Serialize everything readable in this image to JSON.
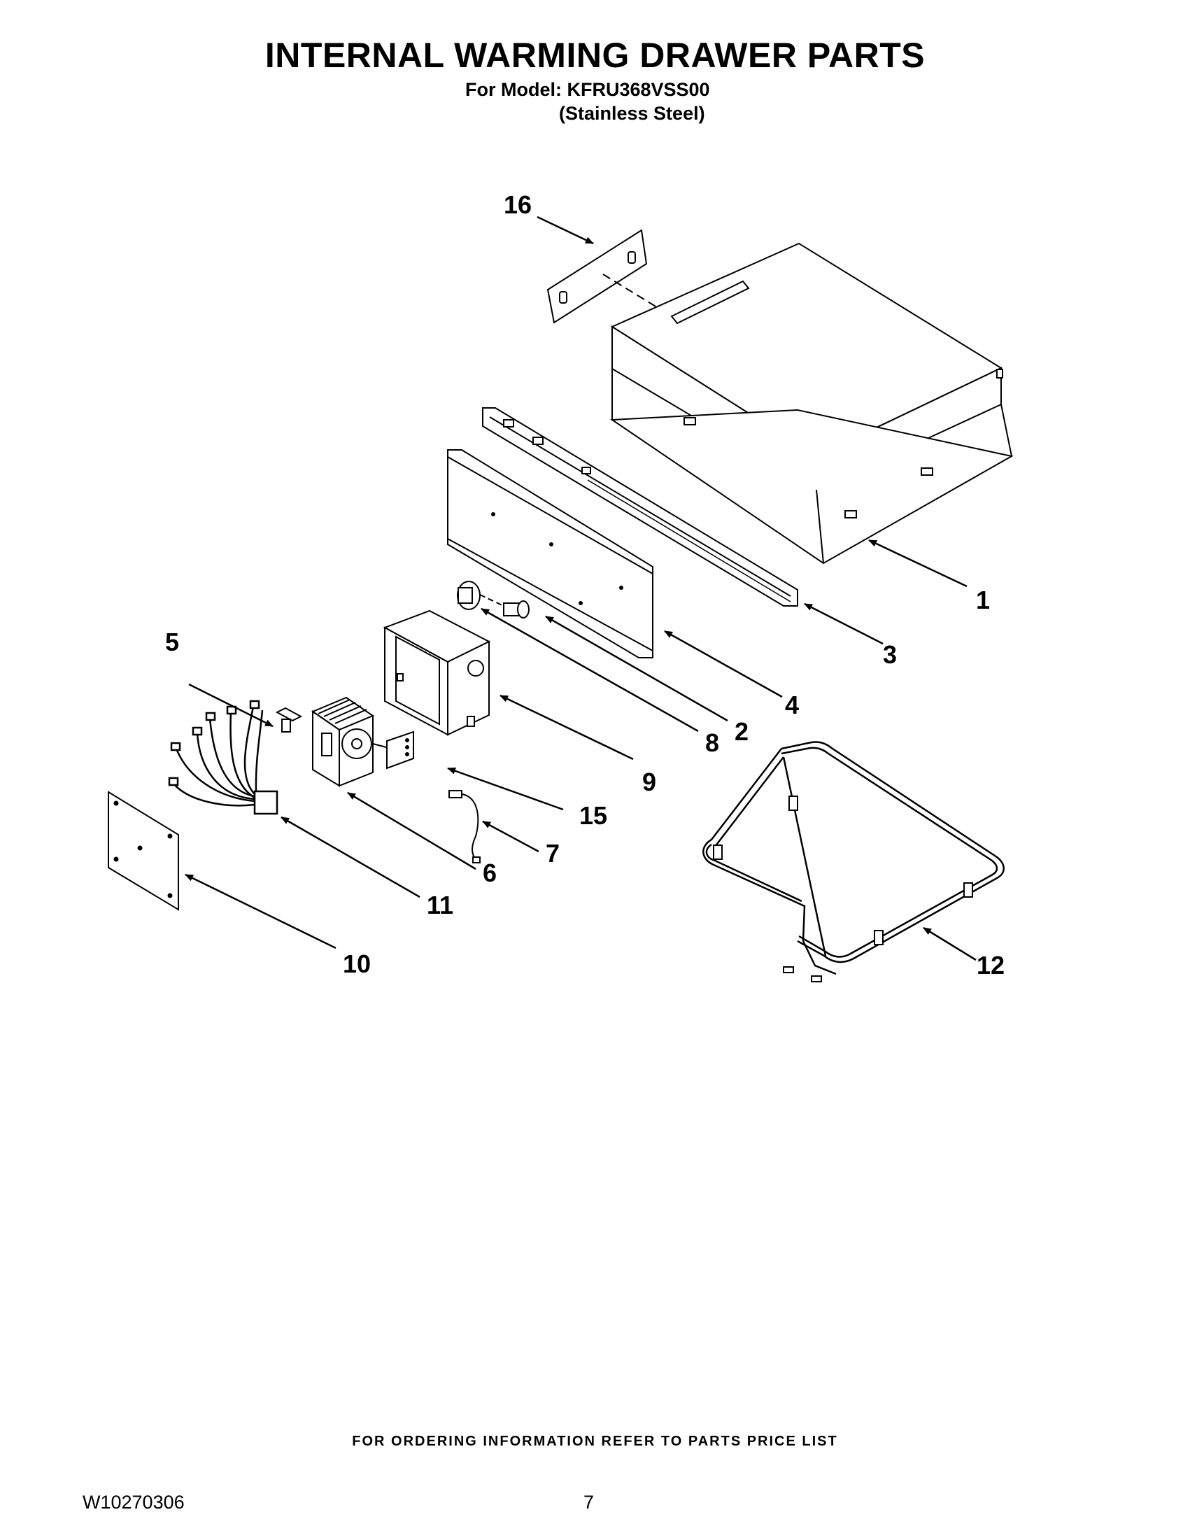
{
  "header": {
    "title": "INTERNAL WARMING DRAWER PARTS",
    "model_line": "For Model: KFRU368VSS00",
    "finish_line": "(Stainless Steel)"
  },
  "callouts": {
    "c1": "1",
    "c2": "2",
    "c3": "3",
    "c4": "4",
    "c5": "5",
    "c6": "6",
    "c7": "7",
    "c8": "8",
    "c9": "9",
    "c10": "10",
    "c11": "11",
    "c12": "12",
    "c15": "15",
    "c16": "16"
  },
  "footer": {
    "ordering_note": "FOR ORDERING INFORMATION REFER TO PARTS PRICE LIST",
    "doc_number": "W10270306",
    "page_number": "7"
  }
}
